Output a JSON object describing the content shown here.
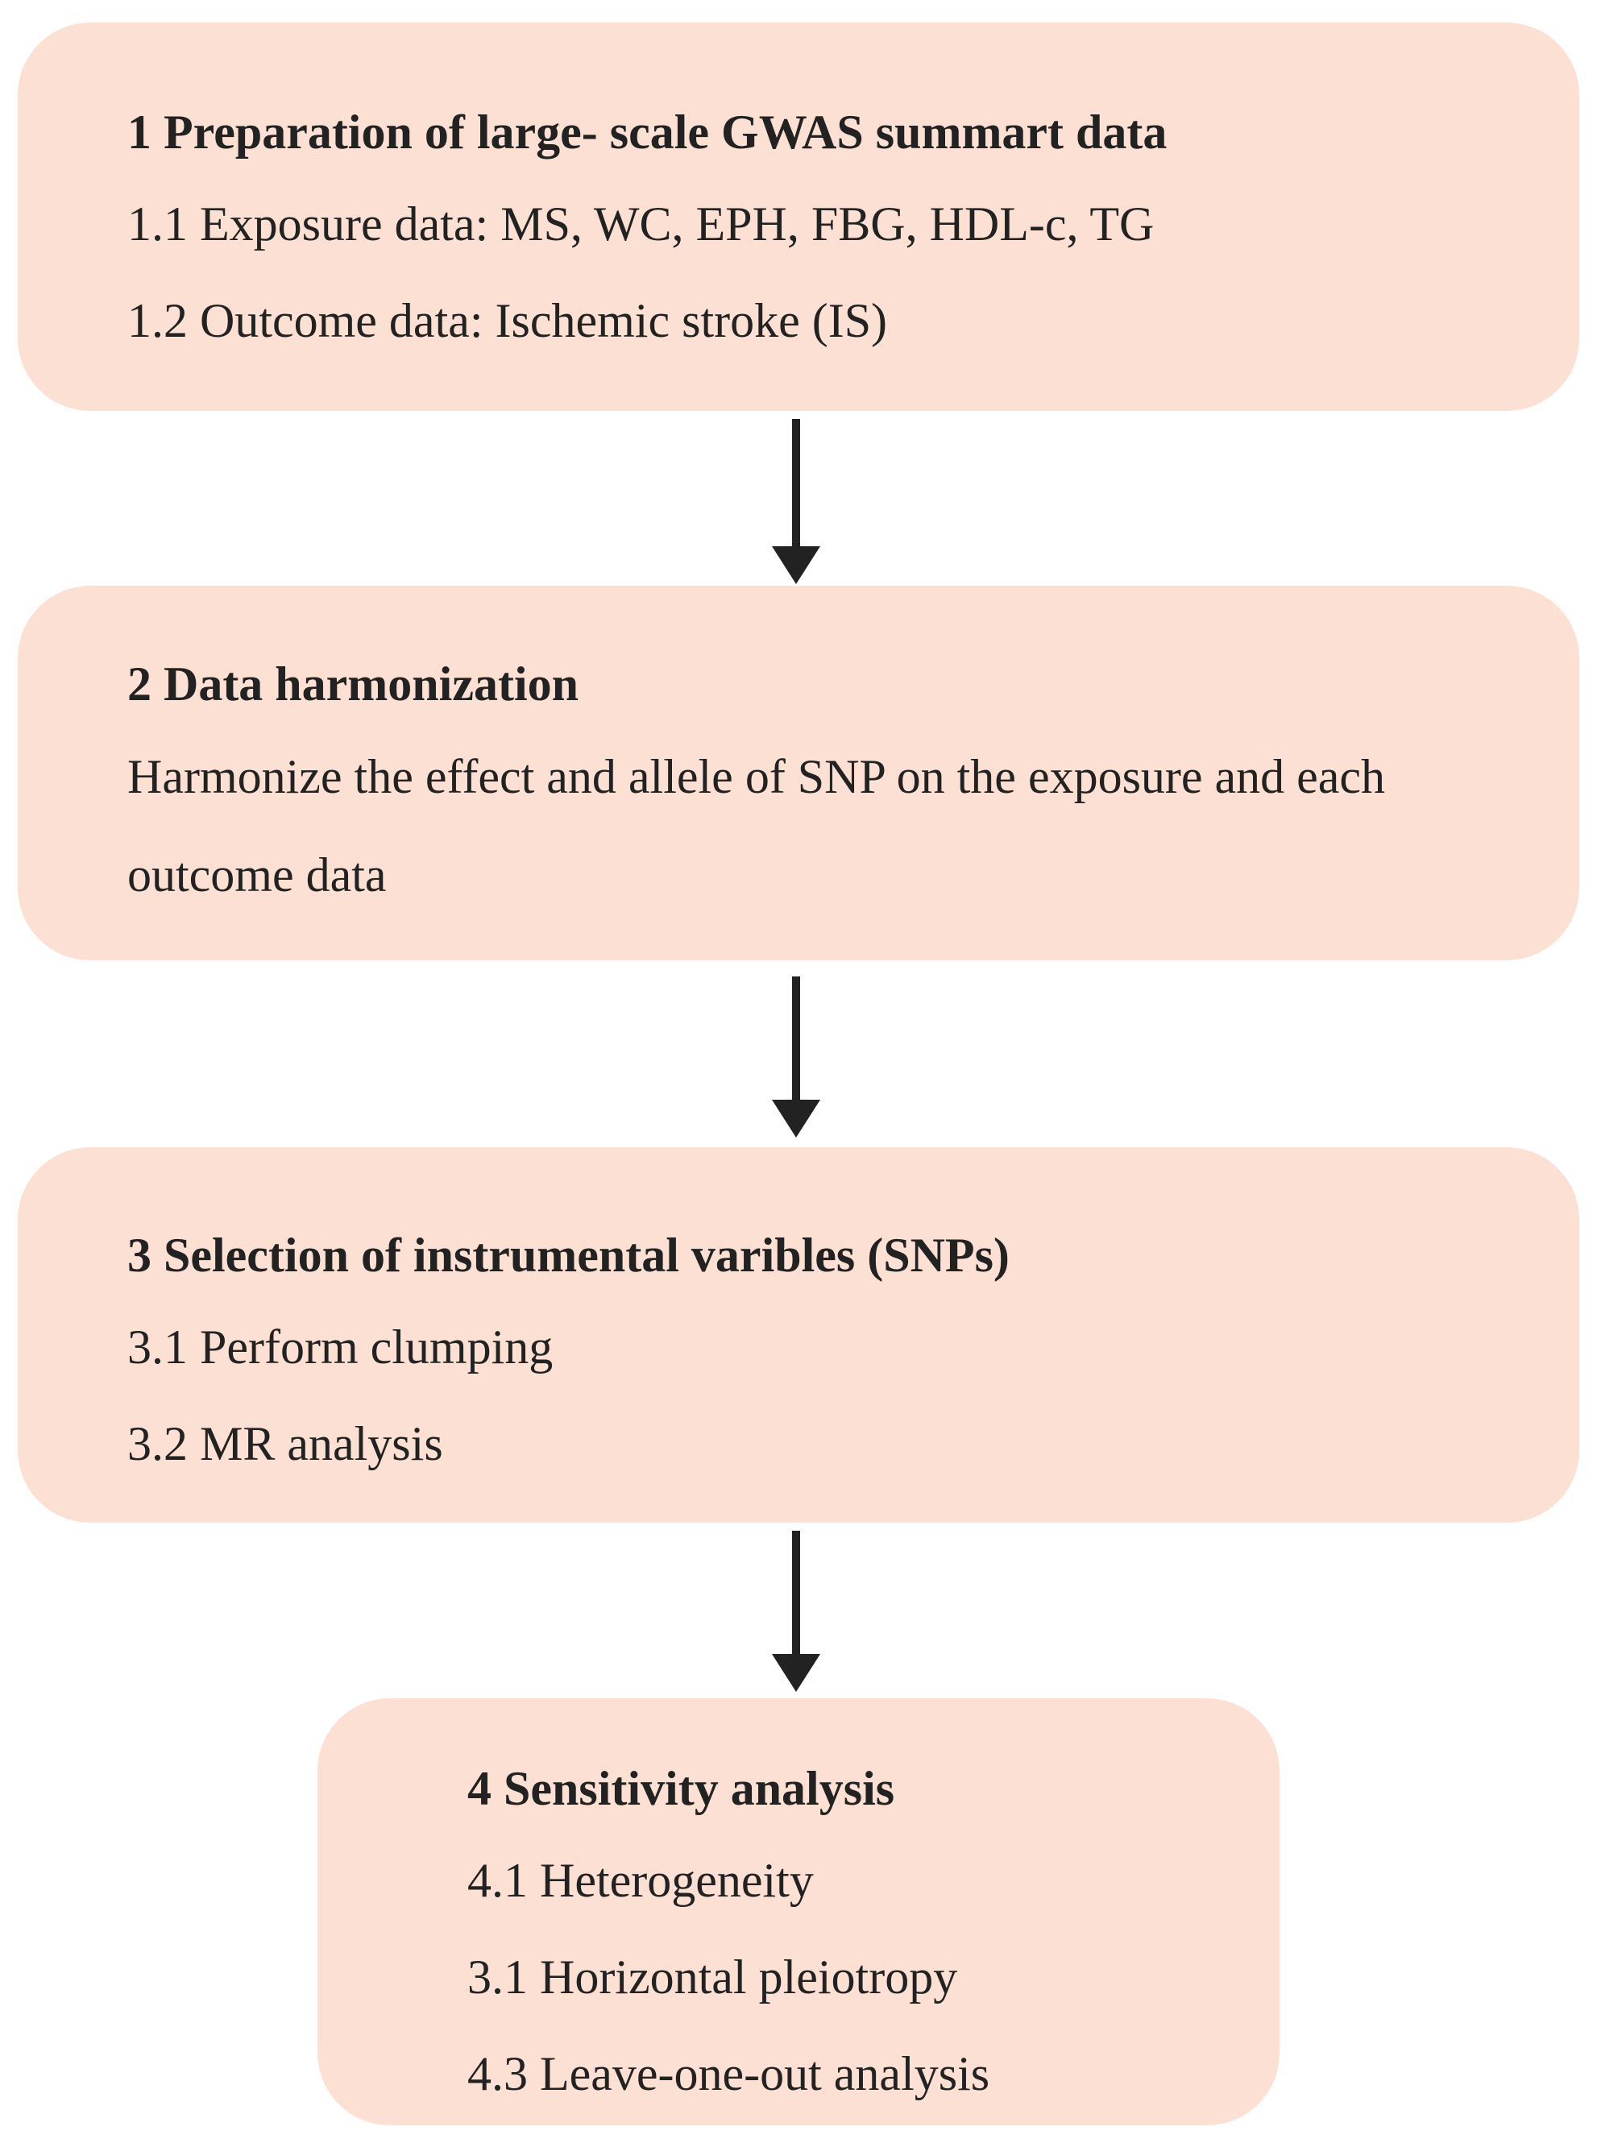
{
  "colors": {
    "box_fill": "#fde0d4",
    "arrow": "#222222",
    "text": "#222222"
  },
  "steps": [
    {
      "title": "1 Preparation of large- scale GWAS summart data",
      "lines": [
        "1.1 Exposure data: MS, WC,  EPH, FBG, HDL-c, TG",
        "1.2 Outcome data: Ischemic stroke (IS)"
      ]
    },
    {
      "title": "2 Data harmonization",
      "lines": [
        "Harmonize the effect and allele of SNP on the exposure and each outcome data"
      ]
    },
    {
      "title": "3 Selection of instrumental varibles (SNPs)",
      "lines": [
        "3.1 Perform clumping",
        "3.2 MR analysis"
      ]
    },
    {
      "title": "4 Sensitivity analysis",
      "lines": [
        "4.1 Heterogeneity",
        "3.1 Horizontal pleiotropy",
        "4.3 Leave-one-out analysis"
      ]
    }
  ],
  "connectors": [
    {
      "from": 1,
      "to": 2
    },
    {
      "from": 2,
      "to": 3
    },
    {
      "from": 3,
      "to": 4
    }
  ]
}
